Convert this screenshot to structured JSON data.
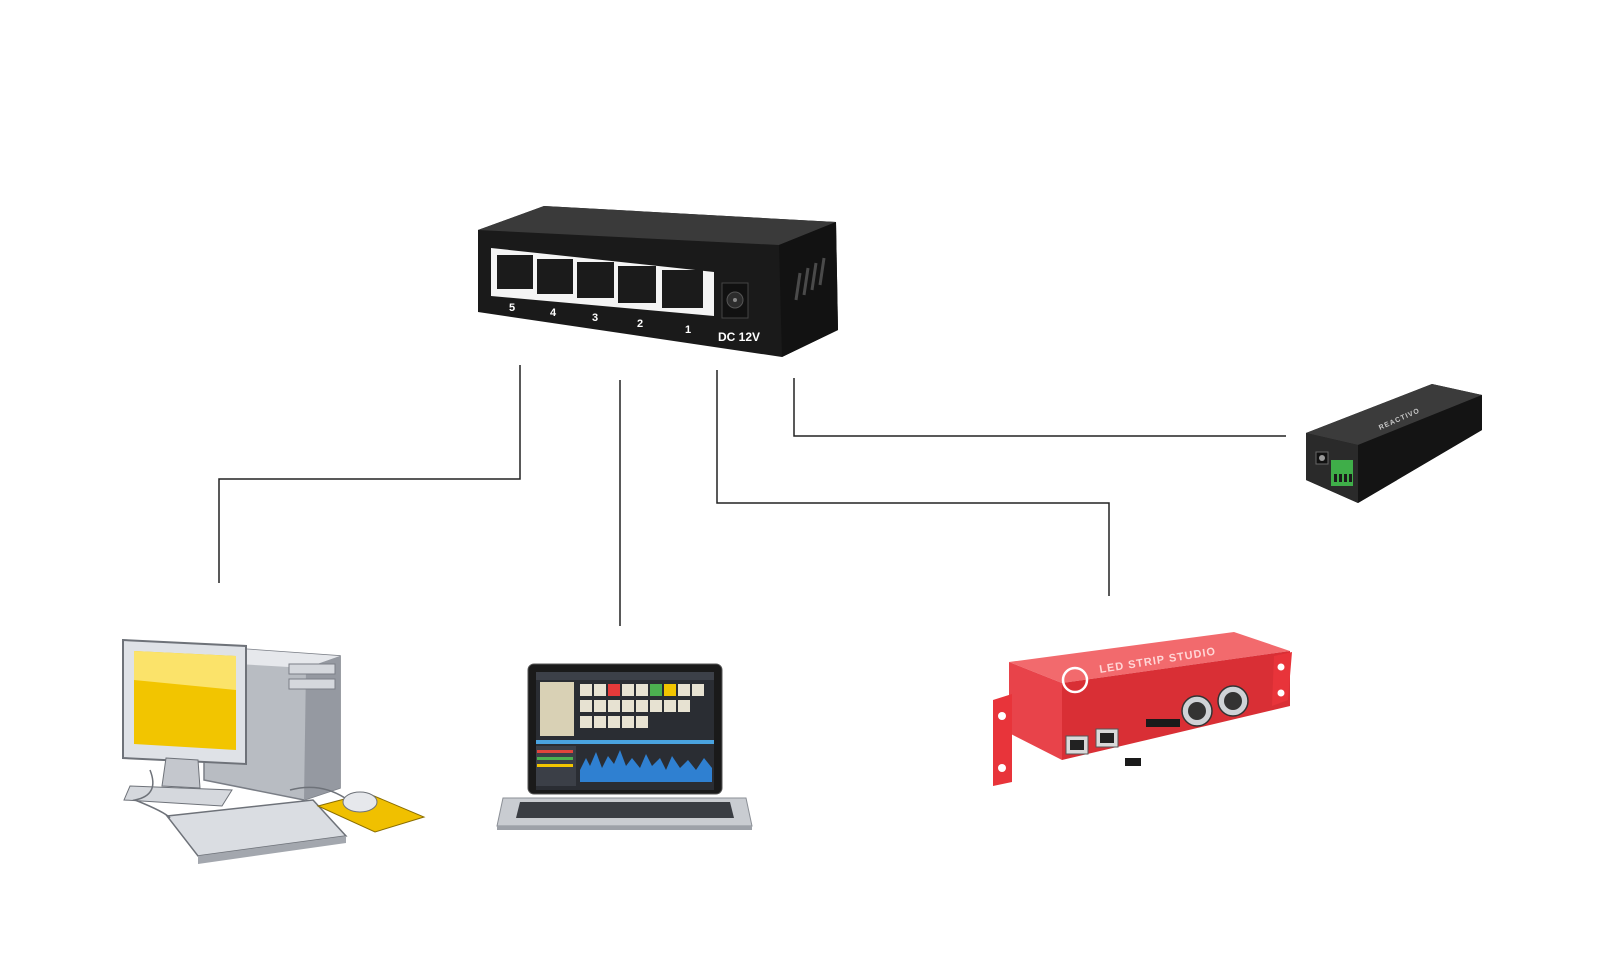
{
  "diagram": {
    "switch": {
      "ports": [
        "5",
        "4",
        "3",
        "2",
        "1"
      ],
      "power_label": "DC 12V"
    },
    "nodes": [
      {
        "id": "desktop",
        "icon": "desktop-computer-icon"
      },
      {
        "id": "laptop",
        "icon": "laptop-icon"
      },
      {
        "id": "rack",
        "icon": "led-strip-studio-interface-icon",
        "label": "LED STRIP STUDIO"
      },
      {
        "id": "node",
        "icon": "reactivo-dmx-node-icon",
        "label": "REACTIVO"
      }
    ],
    "colors": {
      "line": "#222222",
      "switch_body": "#1c1c1c",
      "rack_red": "#e8343a",
      "terminal_green": "#3fae49",
      "monitor_yellow": "#f2c500"
    }
  }
}
